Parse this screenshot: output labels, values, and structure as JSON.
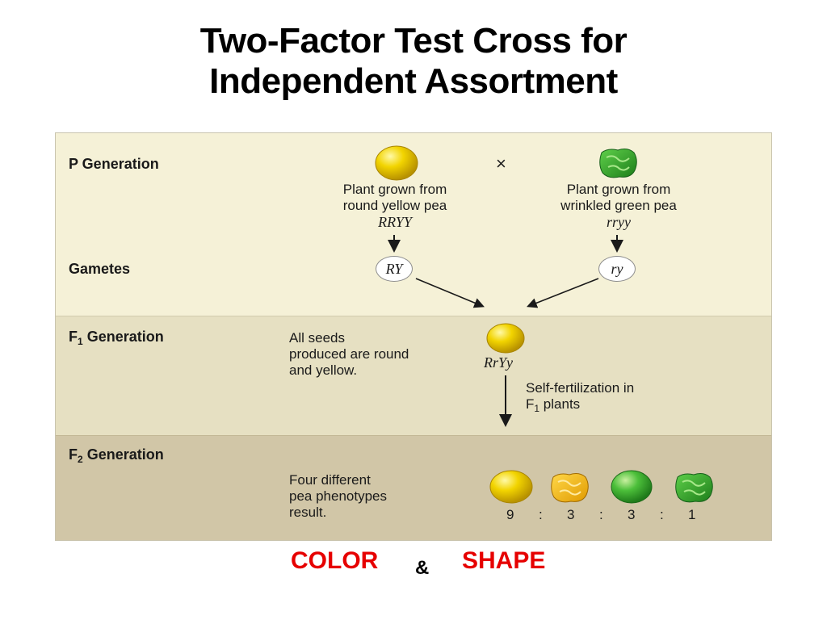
{
  "title": {
    "line1": "Two-Factor Test Cross for",
    "line2": "Independent Assortment"
  },
  "p_generation": {
    "label": "P Generation",
    "cross_symbol": "×",
    "parent1": {
      "line1": "Plant grown from",
      "line2": "round yellow pea",
      "genotype": "RRYY",
      "pea": "round-yellow-pea-icon"
    },
    "parent2": {
      "line1": "Plant grown from",
      "line2": "wrinkled green pea",
      "genotype": "rryy",
      "pea": "wrinkled-green-pea-icon"
    }
  },
  "gametes": {
    "label": "Gametes",
    "g1": "RY",
    "g2": "ry"
  },
  "f1": {
    "label_prefix": "F",
    "label_sub": "1",
    "label_suffix": " Generation",
    "desc": [
      "All seeds",
      "produced are round",
      "and yellow."
    ],
    "genotype": "RrYy",
    "self_fert_line1": "Self-fertilization in",
    "self_fert_line2_prefix": "F",
    "self_fert_line2_sub": "1",
    "self_fert_line2_suffix": " plants"
  },
  "f2": {
    "label_prefix": "F",
    "label_sub": "2",
    "label_suffix": " Generation",
    "desc": [
      "Four different",
      "pea phenotypes",
      "result."
    ],
    "ratio": [
      "9",
      ":",
      "3",
      ":",
      "3",
      ":",
      "1"
    ],
    "phenotypes": [
      "round-yellow-pea-icon",
      "wrinkled-yellow-pea-icon",
      "round-green-pea-icon",
      "wrinkled-green-pea-icon"
    ]
  },
  "footer": {
    "left": "COLOR",
    "amp": "&",
    "right": "SHAPE"
  },
  "colors": {
    "yellow": "#f2d400",
    "green": "#39a830",
    "accent_red": "#e60000"
  }
}
